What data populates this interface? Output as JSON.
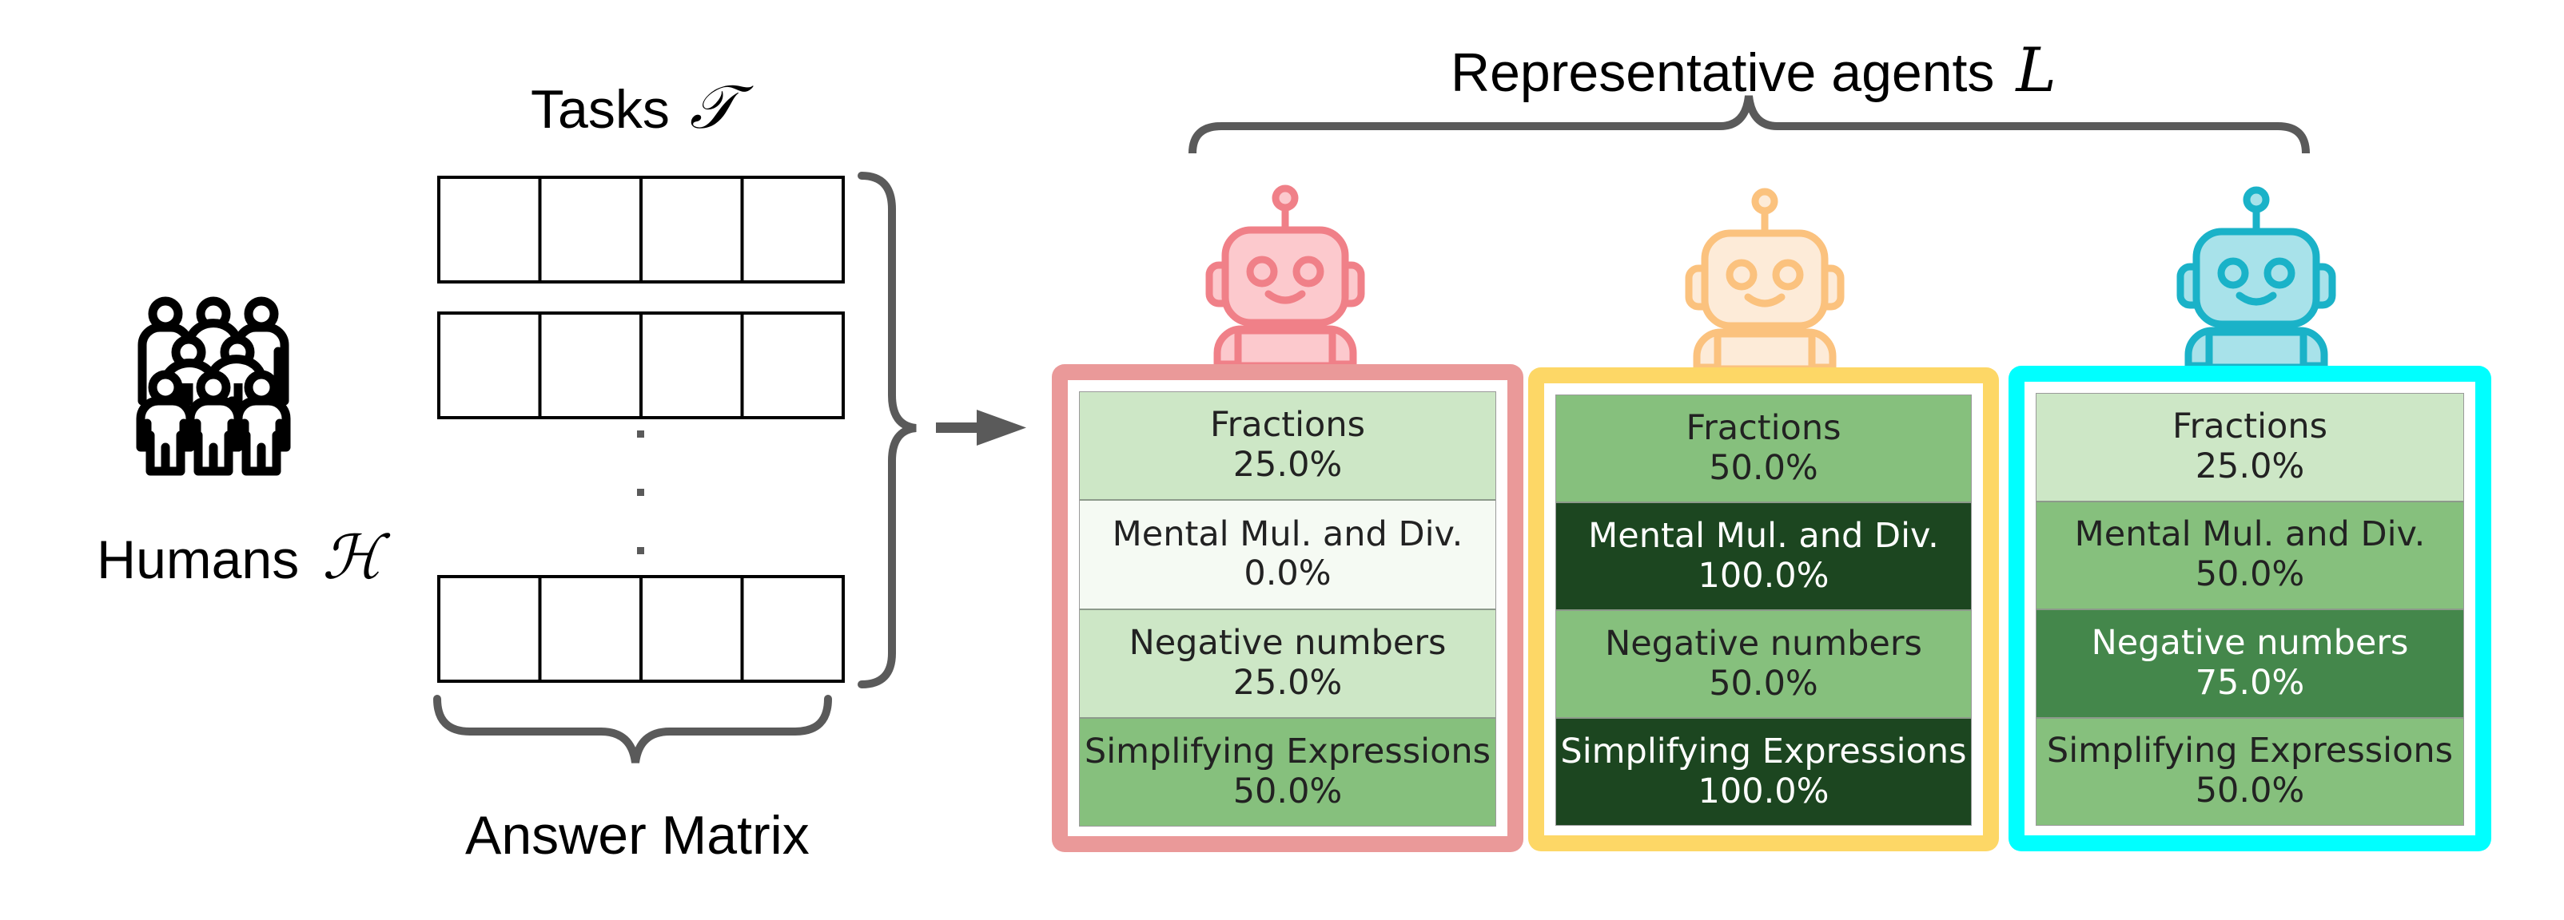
{
  "figure": {
    "humans": {
      "label": "Humans",
      "symbol": "ℋ",
      "icon": "group-of-people-icon"
    },
    "tasks": {
      "label": "Tasks",
      "symbol": "𝒯"
    },
    "answer_matrix": {
      "label": "Answer Matrix",
      "rows_shown": 3,
      "columns": 4,
      "ellipsis": "vertical-dots"
    },
    "agents_title": {
      "label": "Representative agents",
      "symbol": "L"
    },
    "arrow": "right-arrow-icon"
  },
  "agents": [
    {
      "name": "agent-1",
      "border_color": "#ea9999",
      "robot": {
        "stroke": "#f08088",
        "fill": "#fcc9cd"
      },
      "skills": [
        {
          "skill": "Fractions",
          "value": "25.0%",
          "fraction": 0.25
        },
        {
          "skill": "Mental Mul. and Div.",
          "value": "0.0%",
          "fraction": 0.0
        },
        {
          "skill": "Negative numbers",
          "value": "25.0%",
          "fraction": 0.25
        },
        {
          "skill": "Simplifying Expressions",
          "value": "50.0%",
          "fraction": 0.5
        }
      ]
    },
    {
      "name": "agent-2",
      "border_color": "#fdd766",
      "robot": {
        "stroke": "#fbc27e",
        "fill": "#fdebd8"
      },
      "skills": [
        {
          "skill": "Fractions",
          "value": "50.0%",
          "fraction": 0.5
        },
        {
          "skill": "Mental Mul. and Div.",
          "value": "100.0%",
          "fraction": 1.0
        },
        {
          "skill": "Negative numbers",
          "value": "50.0%",
          "fraction": 0.5
        },
        {
          "skill": "Simplifying Expressions",
          "value": "100.0%",
          "fraction": 1.0
        }
      ]
    },
    {
      "name": "agent-3",
      "border_color": "#00ffff",
      "robot": {
        "stroke": "#1ab2c8",
        "fill": "#a8e2ea"
      },
      "skills": [
        {
          "skill": "Fractions",
          "value": "25.0%",
          "fraction": 0.25
        },
        {
          "skill": "Mental Mul. and Div.",
          "value": "50.0%",
          "fraction": 0.5
        },
        {
          "skill": "Negative numbers",
          "value": "75.0%",
          "fraction": 0.75
        },
        {
          "skill": "Simplifying Expressions",
          "value": "50.0%",
          "fraction": 0.5
        }
      ]
    }
  ],
  "colorscale": {
    "0": {
      "bg": "#f5faf3",
      "fg": "#222222"
    },
    "0.25": {
      "bg": "#cde7c6",
      "fg": "#222222"
    },
    "0.5": {
      "bg": "#86c07d",
      "fg": "#222222"
    },
    "0.75": {
      "bg": "#44874b",
      "fg": "#ffffff"
    },
    "1": {
      "bg": "#1c4620",
      "fg": "#ffffff"
    }
  },
  "line_color": "#5a5a5a"
}
